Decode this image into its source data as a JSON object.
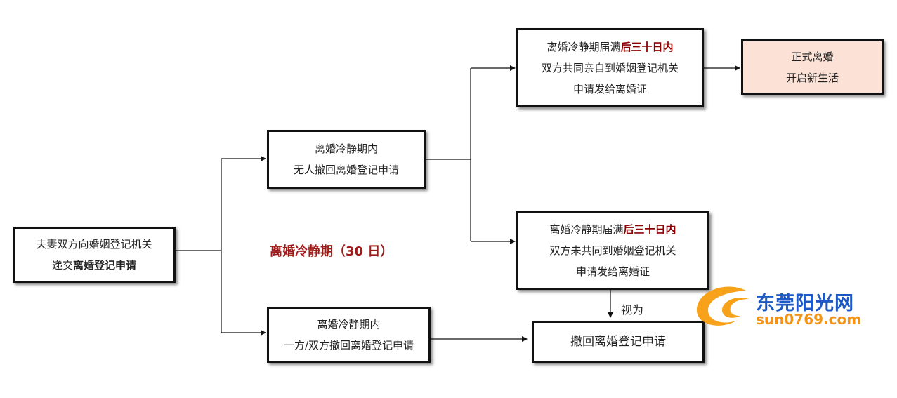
{
  "start": {
    "line1": "夫妻双方向婚姻登记机关",
    "line2_prefix": "递交",
    "line2_bold": "离婚登记申请"
  },
  "cooling_label": "离婚冷静期（30 日）",
  "no_withdraw": {
    "line1": "离婚冷静期内",
    "line2": "无人撤回离婚登记申请"
  },
  "withdraw": {
    "line1": "离婚冷静期内",
    "line2": "一方/双方撤回离婚登记申请"
  },
  "joint_apply": {
    "line1_prefix": "离婚冷静期届满",
    "line1_red": "后三十日内",
    "line2": "双方共同亲自到婚姻登记机关",
    "line3": "申请发给离婚证"
  },
  "not_joint": {
    "line1_prefix": "离婚冷静期届满",
    "line1_red": "后三十日内",
    "line2": "双方未共同到婚姻登记机关",
    "line3": "申请发给离婚证"
  },
  "final": {
    "line1": "正式离婚",
    "line2": "开启新生活"
  },
  "withdrawn_result": "撤回离婚登记申请",
  "deemed_label": "视为",
  "logo": {
    "cn": "东莞阳光网",
    "url": "sun0769.com"
  },
  "colors": {
    "red_text": "#8b0000",
    "final_fill": "#fbe1d6",
    "logo_blue": "#1d58c4",
    "logo_orange": "#f29418"
  }
}
